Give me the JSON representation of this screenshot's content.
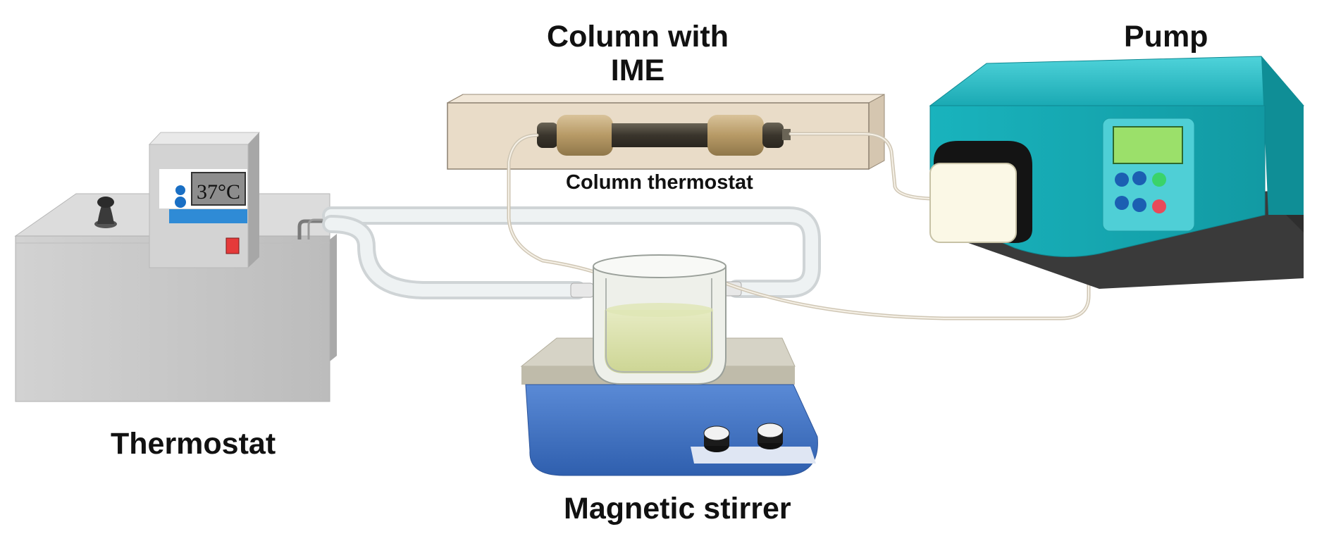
{
  "labels": {
    "column_title_line1": "Column with",
    "column_title_line2": "IME",
    "pump": "Pump",
    "column_thermostat": "Column thermostat",
    "thermostat": "Thermostat",
    "magnetic_stirrer": "Magnetic stirrer"
  },
  "thermostat_display": "37°C",
  "colors": {
    "pump_body": "#1cb5be",
    "pump_base": "#3a3a3a",
    "pump_screen": "#9be06a",
    "stirrer_body": "#3d6fc0",
    "bath_body": "#c9c9c9",
    "thermostat_stripe": "#2f8bd6",
    "column_box": "#e9dcc8"
  },
  "icons": [
    "thermostat-bath-icon",
    "column-icon",
    "peristaltic-pump-icon",
    "magnetic-stirrer-icon",
    "beaker-icon",
    "tubing-icon"
  ]
}
